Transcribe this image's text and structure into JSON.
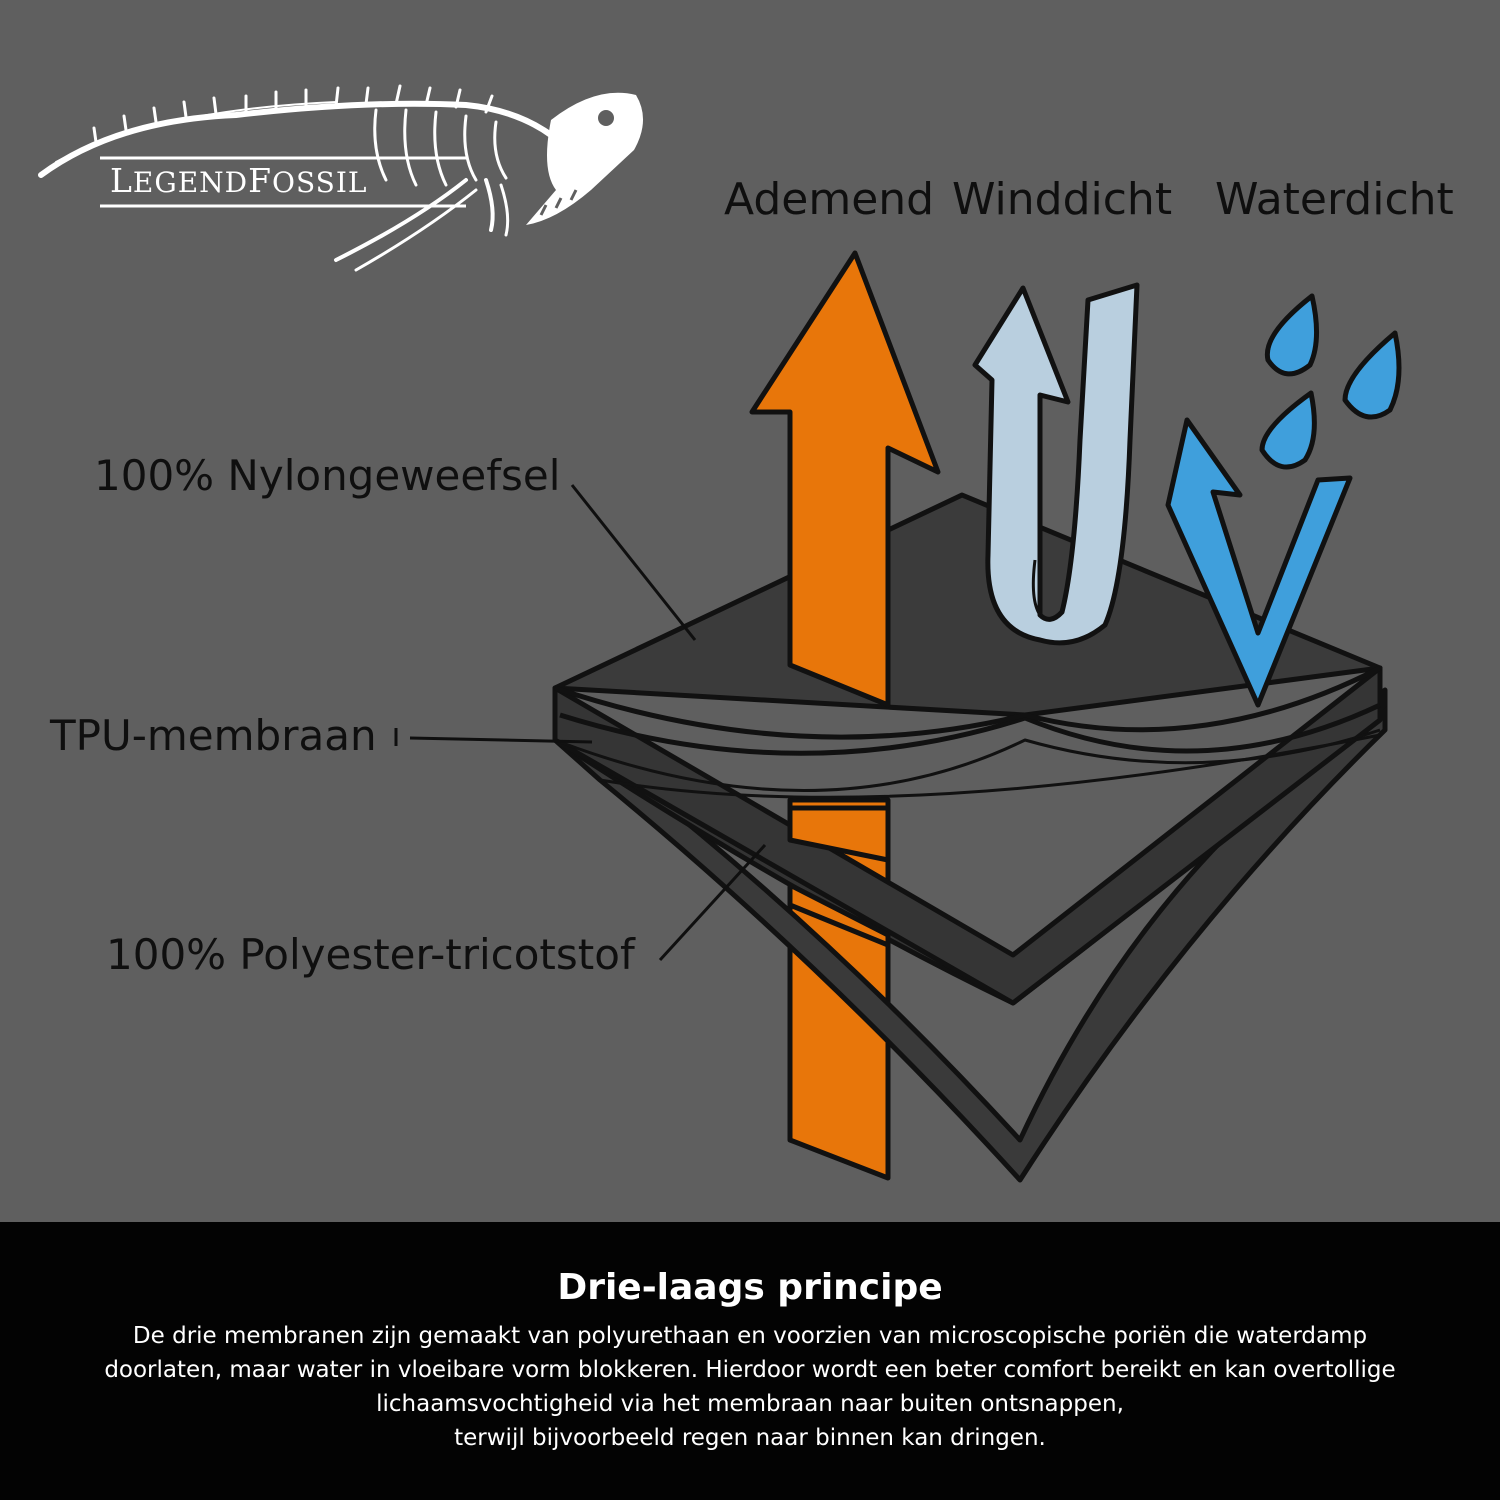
{
  "brand": {
    "name_part1": "L",
    "name_part1_small": "EGEND",
    "name_part2": "F",
    "name_part2_small": "OSSIL"
  },
  "features": {
    "breathable": "Ademend",
    "windproof": "Winddicht",
    "waterproof": "Waterdicht"
  },
  "layers": {
    "outer": "100% Nylongeweefsel",
    "membrane": "TPU-membraan",
    "inner": "100% Polyester-tricotstof"
  },
  "footer": {
    "title": "Drie-laags principe",
    "lines": [
      "De drie membranen zijn gemaakt van polyurethaan en voorzien van microscopische poriën die waterdamp",
      "doorlaten, maar water in vloeibare vorm blokkeren. Hierdoor wordt een beter comfort bereikt en kan overtollige",
      "lichaamsvochtigheid via het membraan naar buiten ontsnappen,",
      "terwijl bijvoorbeeld regen naar binnen kan dringen."
    ]
  },
  "colors": {
    "background": "#5f5f5f",
    "fabric": "#3b3b3b",
    "breathable_arrow": "#e8760a",
    "wind_arrow": "#b9cfdf",
    "water_arrow": "#3f9fdc",
    "footer": "#030303"
  },
  "icons": [
    "fossil-skeleton-logo",
    "orange-up-arrow-icon",
    "wind-u-turn-arrow-icon",
    "water-bounce-arrow-icon",
    "water-drop-icon"
  ]
}
